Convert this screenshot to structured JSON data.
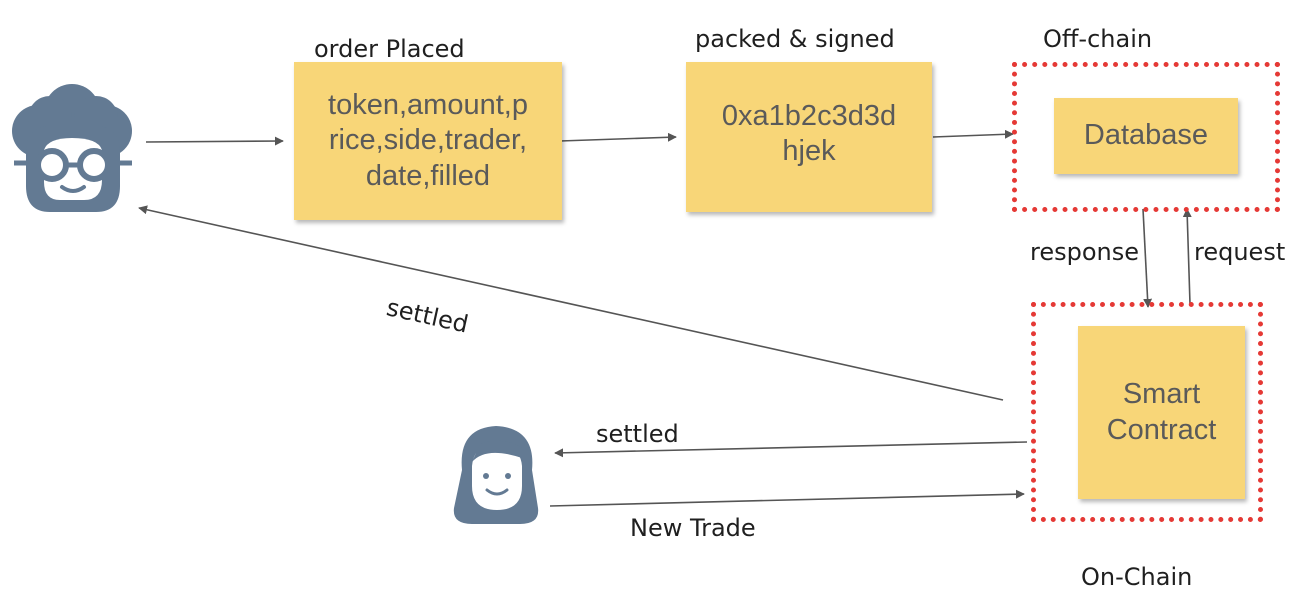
{
  "labels": {
    "order_placed": "order Placed",
    "packed_signed": "packed & signed",
    "off_chain": "Off-chain",
    "on_chain": "On-Chain",
    "response": "response",
    "request": "request",
    "settled_top": "settled",
    "settled_bottom": "settled",
    "new_trade": "New Trade"
  },
  "boxes": {
    "order_fields": [
      "token,amount,p",
      "rice,side,trader,",
      "date,filled"
    ],
    "signed_hash": [
      "0xa1b2c3d3d",
      "hjek"
    ],
    "database": "Database",
    "smart_contract": [
      "Smart",
      "Contract"
    ]
  },
  "icons": {
    "trader": "man-with-glasses-icon",
    "counterparty": "woman-icon"
  },
  "colors": {
    "box_fill": "#f8d678",
    "box_text": "#5a5a5a",
    "boundary": "#e53935",
    "icon": "#637a93",
    "arrow": "#555555"
  }
}
